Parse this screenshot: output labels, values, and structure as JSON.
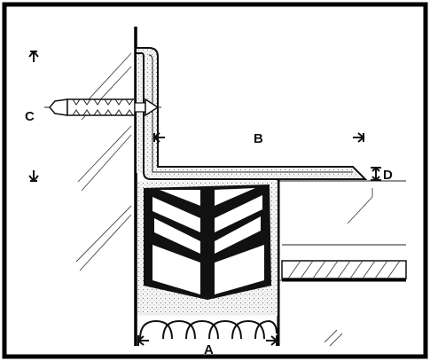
{
  "labels": {
    "a": "A",
    "b": "B",
    "c": "C",
    "d": "D"
  },
  "colors": {
    "frame": "#000000",
    "line": "#111111",
    "sealant_fill": "#f2f2f2"
  },
  "icons": {
    "anchor": "expansion-anchor-bolt-icon",
    "seal": "compression-seal-profile-icon",
    "backer": "backer-rod-icon"
  }
}
